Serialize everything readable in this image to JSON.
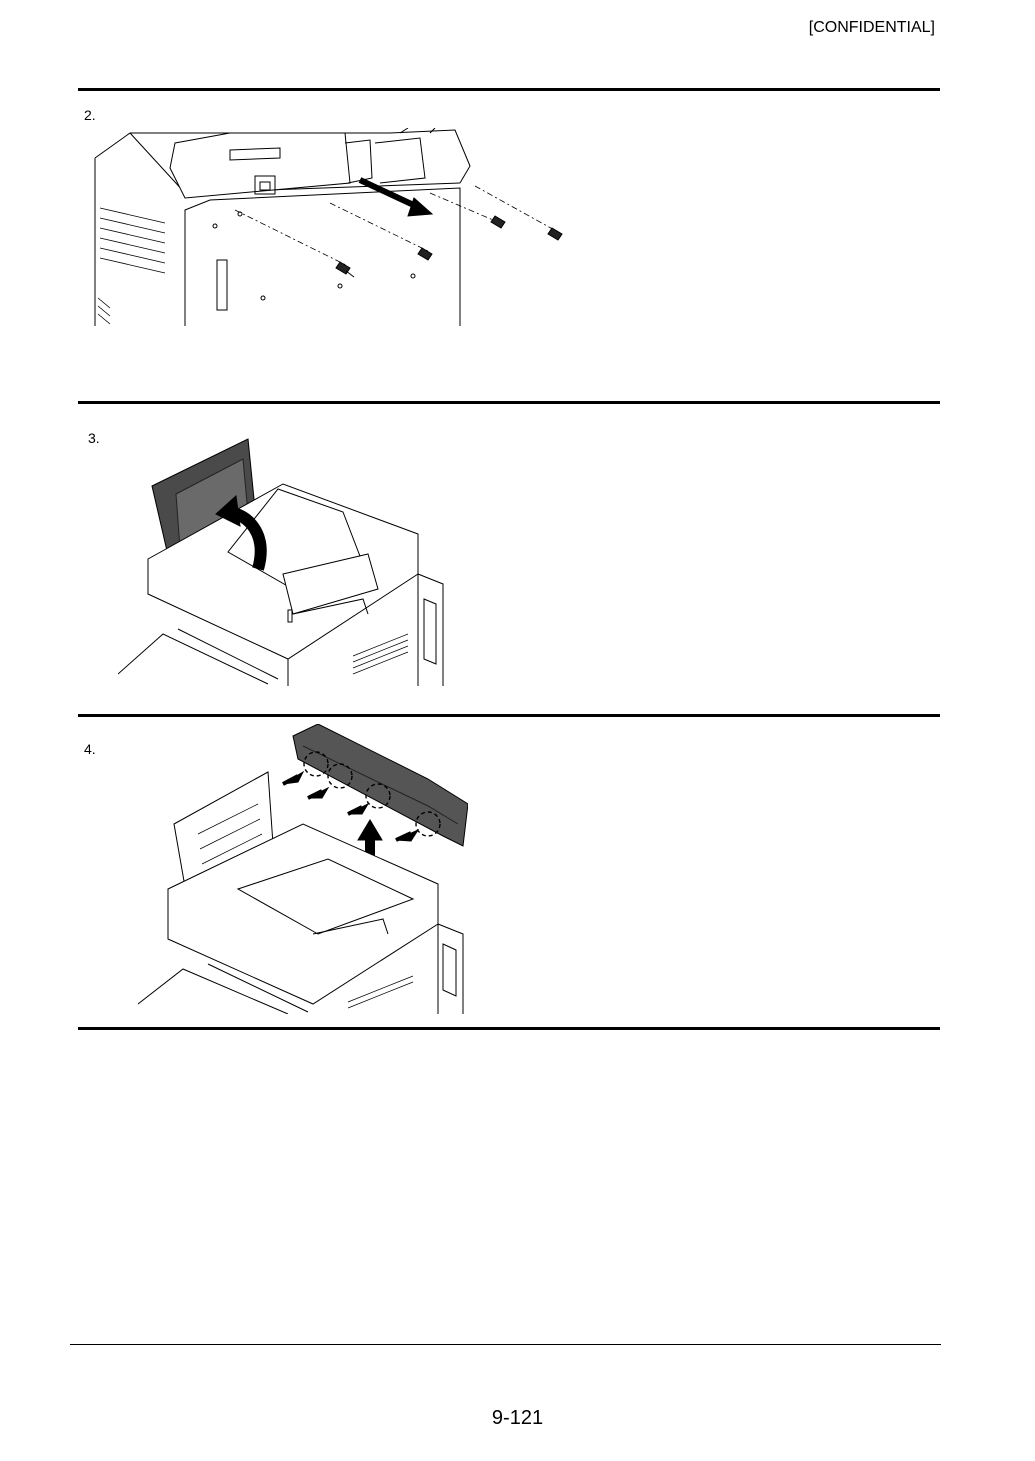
{
  "header": {
    "confidential": "[CONFIDENTIAL]"
  },
  "steps": [
    {
      "number": "2."
    },
    {
      "number": "3."
    },
    {
      "number": "4."
    }
  ],
  "footer": {
    "page_number": "9-121"
  }
}
